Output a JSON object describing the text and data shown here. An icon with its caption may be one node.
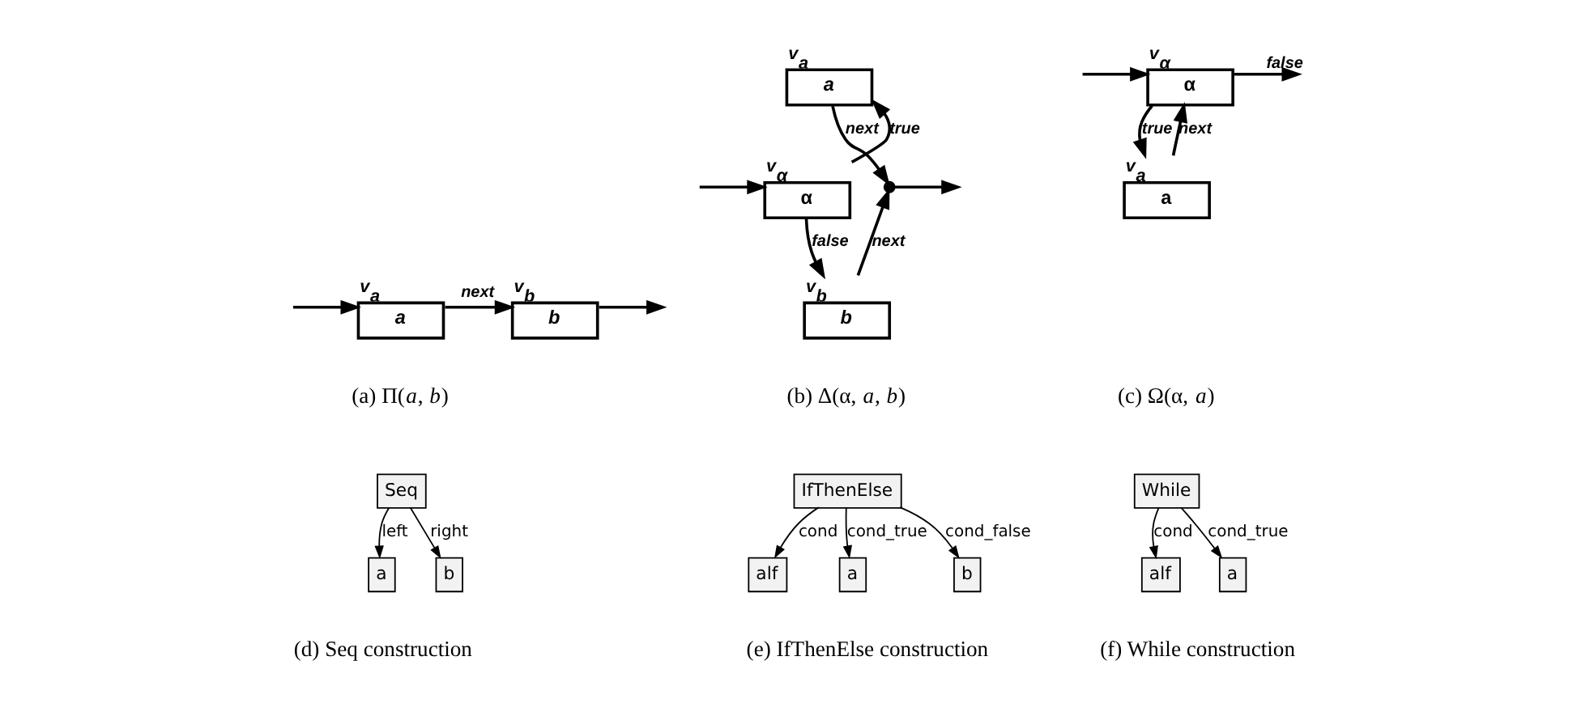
{
  "diagram": {
    "nodes": [
      {
        "text": [
          "a"
        ],
        "beside": [
          "v$_{a}$"
        ]
      },
      {
        "text": [
          "b"
        ],
        "beside": [
          "v$_{b}$"
        ]
      },
      {
        "text": [
          "a"
        ],
        "beside": [
          "v$_{a}$"
        ]
      },
      {
        "text": [
          "α"
        ],
        "beside": [
          "v$_{α}$"
        ]
      },
      {
        "text": [
          "b"
        ],
        "beside": [
          "v$_{b}$"
        ]
      },
      {
        "text": [],
        "shape": "point"
      },
      {
        "text": [
          "α"
        ],
        "beside": [
          "v$_{α}$"
        ]
      },
      {
        "text": [
          "a"
        ],
        "beside": [
          "v$_{a}$"
        ]
      },
      {
        "text": [
          "Seq"
        ]
      },
      {
        "text": [
          "a"
        ]
      },
      {
        "text": [
          "b"
        ]
      },
      {
        "text": [
          "IfThenElse"
        ]
      },
      {
        "text": [
          "alf"
        ]
      },
      {
        "text": [
          "a"
        ]
      },
      {
        "text": [
          "b"
        ]
      },
      {
        "text": [
          "While"
        ]
      },
      {
        "text": [
          "alf"
        ]
      },
      {
        "text": [
          "a"
        ]
      }
    ],
    "edges": [
      {
        "from": null,
        "to": 0,
        "arrow": "to"
      },
      {
        "from": 0,
        "to": 1,
        "arrow": "to",
        "label": "next"
      },
      {
        "from": 1,
        "to": null,
        "arrow": "to"
      },
      {
        "from": null,
        "to": 3,
        "arrow": "to"
      },
      {
        "from": 3,
        "to": 2,
        "arrow": "to",
        "label": "true"
      },
      {
        "from": 3,
        "to": 4,
        "arrow": "to",
        "label": "false"
      },
      {
        "from": 2,
        "to": 5,
        "arrow": "to",
        "label": "next"
      },
      {
        "from": 4,
        "to": 5,
        "arrow": "to",
        "label": "next"
      },
      {
        "from": 5,
        "to": null,
        "arrow": "to"
      },
      {
        "from": null,
        "to": 6,
        "arrow": "to"
      },
      {
        "from": 6,
        "to": 7,
        "arrow": "to",
        "label": "true"
      },
      {
        "from": 7,
        "to": 6,
        "arrow": "to",
        "label": "next"
      },
      {
        "from": 6,
        "to": null,
        "arrow": "to",
        "label": "false"
      },
      {
        "from": 8,
        "to": 9,
        "arrow": "to",
        "label": "left"
      },
      {
        "from": 8,
        "to": 10,
        "arrow": "to",
        "label": "right"
      },
      {
        "from": 11,
        "to": 12,
        "arrow": "to",
        "label": "cond"
      },
      {
        "from": 11,
        "to": 13,
        "arrow": "to",
        "label": "cond_true"
      },
      {
        "from": 11,
        "to": 14,
        "arrow": "to",
        "label": "cond_false"
      },
      {
        "from": 15,
        "to": 16,
        "arrow": "to",
        "label": "cond"
      },
      {
        "from": 15,
        "to": 17,
        "arrow": "to",
        "label": "cond_true"
      }
    ],
    "labels": [
      "(a) Π(*a*, *b*)",
      "(b) Δ(α, *a*, *b*)",
      "(c) Ω(α, *a*)",
      "(d) Seq construction",
      "(e) IfThenElse construction",
      "(f) While construction"
    ]
  }
}
